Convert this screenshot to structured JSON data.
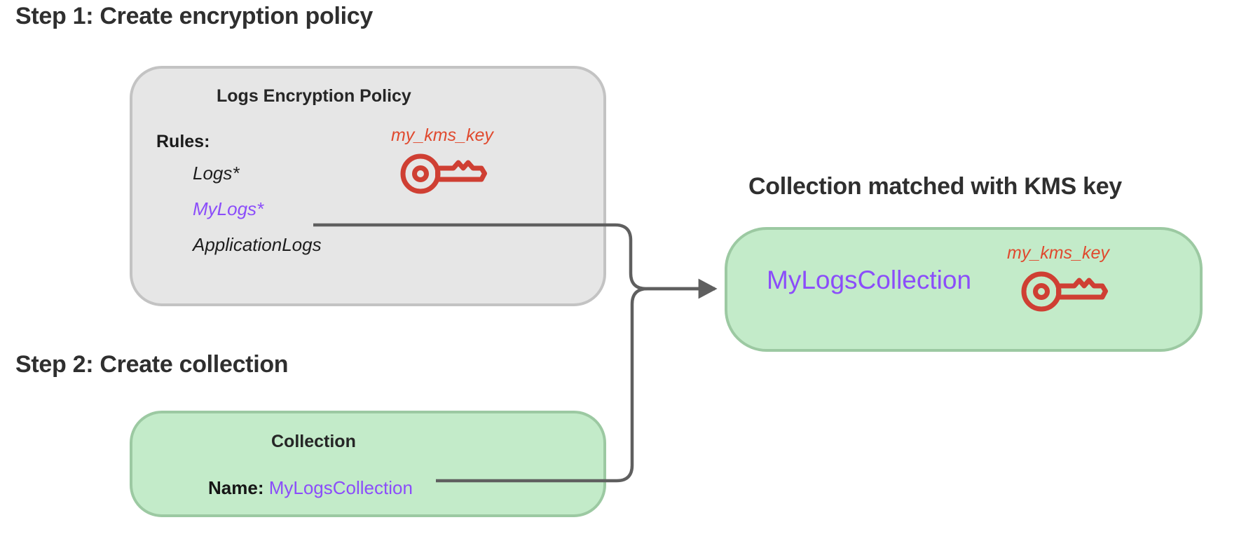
{
  "page": {
    "background": "#ffffff",
    "accent_purple": "#8b4dfa",
    "accent_red": "#e0492e",
    "green_fill": "#c3ebc9",
    "green_border": "#9cc9a2",
    "grey_fill": "#e6e6e6",
    "grey_border": "#c3c3c3",
    "connector_color": "#5f5f5f"
  },
  "headings": {
    "step1": "Step 1: Create encryption policy",
    "step2": "Step 2: Create collection",
    "matched": "Collection matched with KMS key"
  },
  "policy_box": {
    "title": "Logs Encryption Policy",
    "rules_label": "Rules:",
    "rules": [
      {
        "pattern": "Logs*",
        "highlighted": false
      },
      {
        "pattern": "MyLogs*",
        "highlighted": true
      },
      {
        "pattern": "ApplicationLogs",
        "highlighted": false
      }
    ],
    "kms_key_label": "my_kms_key",
    "key_icon": "key-icon"
  },
  "collection_box": {
    "title": "Collection",
    "name_label": "Name:",
    "name_value": "MyLogsCollection"
  },
  "matched_box": {
    "collection_name": "MyLogsCollection",
    "kms_key_label": "my_kms_key",
    "key_icon": "key-icon"
  },
  "connectors": [
    {
      "name": "rule-to-matched-collection",
      "from": "MyLogs*",
      "to": "MyLogsCollection",
      "arrow": true
    },
    {
      "name": "collection-name-to-matched-collection",
      "from": "MyLogsCollection",
      "to": "MyLogsCollection",
      "arrow": true
    }
  ]
}
